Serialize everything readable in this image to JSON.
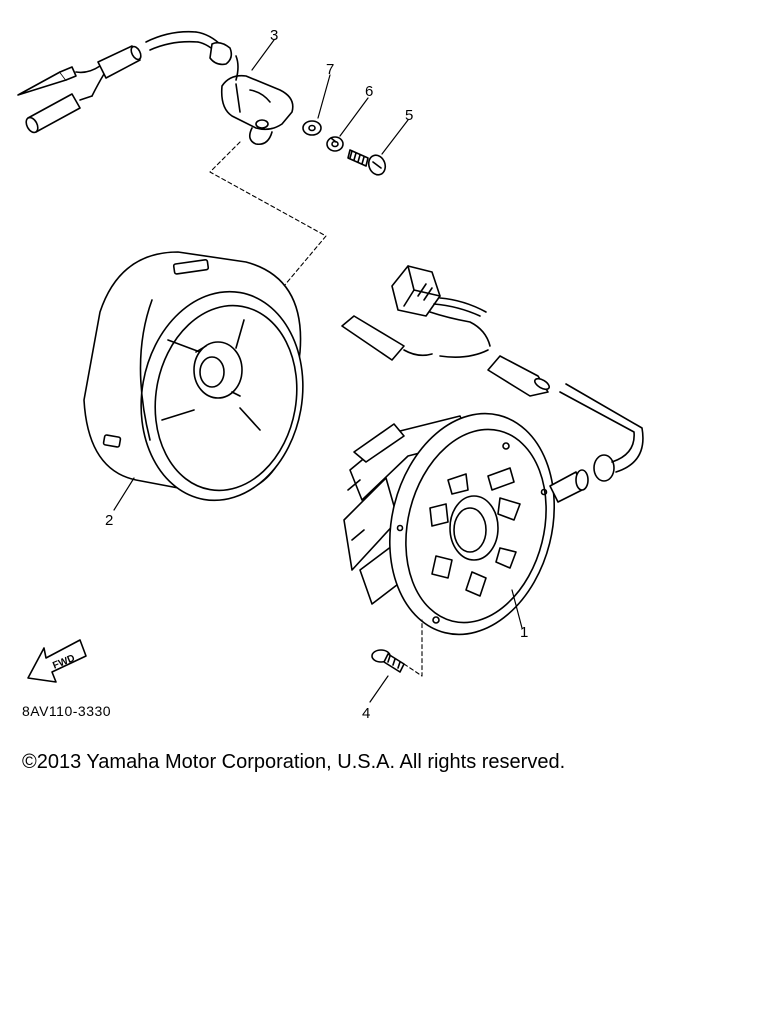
{
  "callouts": {
    "c1": "1",
    "c2": "2",
    "c3": "3",
    "c4": "4",
    "c5": "5",
    "c6": "6",
    "c7": "7"
  },
  "fwd_label": "FWD",
  "diagram_code": "8AV110-3330",
  "copyright": "©2013 Yamaha Motor Corporation, U.S.A. All rights reserved.",
  "colors": {
    "ink": "#000000",
    "paper": "#ffffff"
  }
}
